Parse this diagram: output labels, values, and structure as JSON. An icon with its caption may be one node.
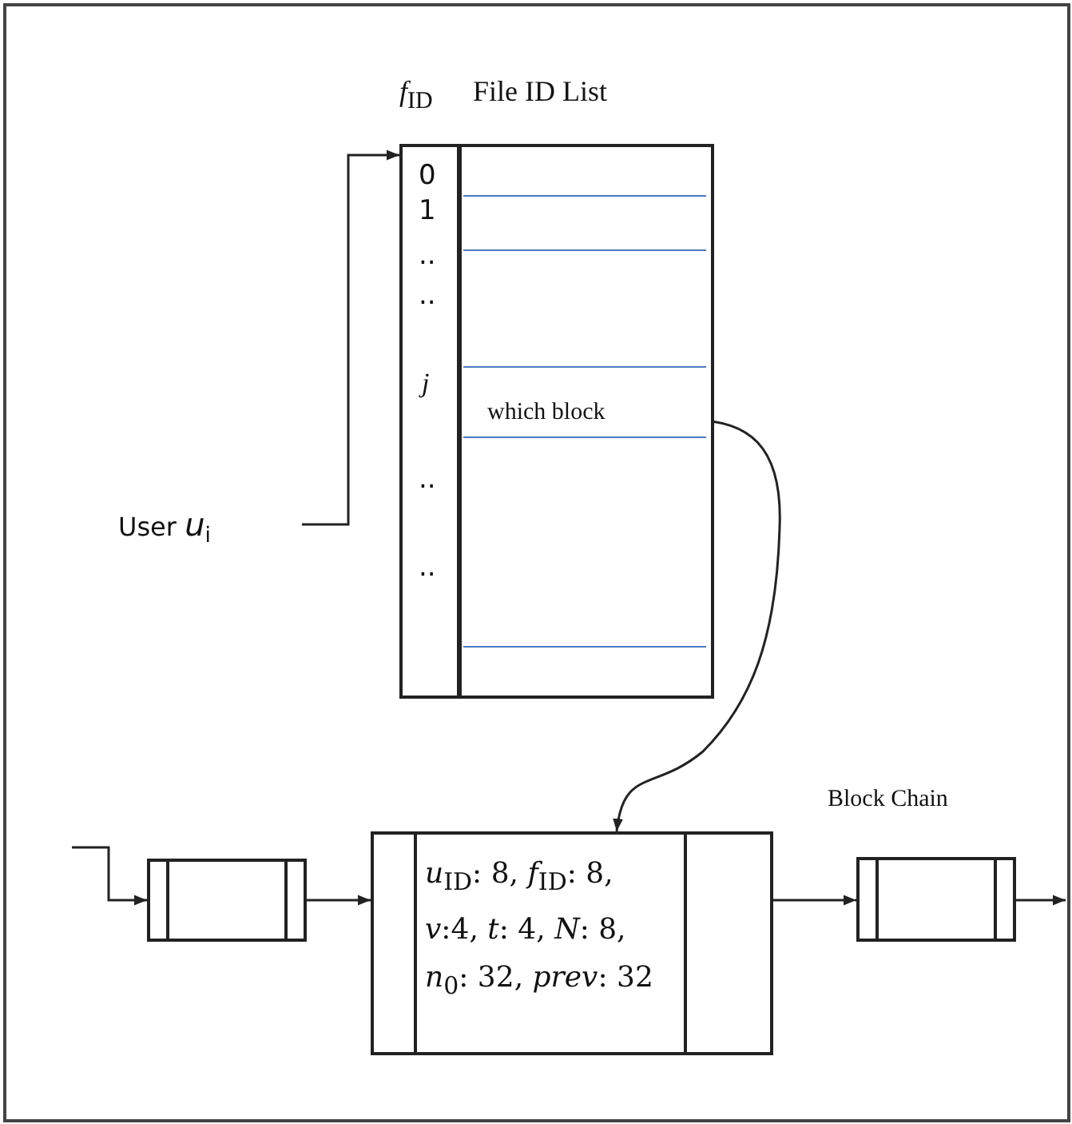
{
  "diagram": {
    "nodes": [
      {
        "text": [
          "User *u*$_{i}$"
        ]
      },
      {
        "text": [
          "*f*$_{ID}$",
          "File ID List",
          "0",
          "1",
          "..",
          "..",
          "*j*",
          "..",
          ".."
        ]
      },
      {
        "text": [
          "which block"
        ],
        "in": 1
      },
      {
        "text": [],
        "shape": "box"
      },
      {
        "text": [
          "*u*$_{ID}$: 8, *f*$_{ID}$: 8, *v*:4, *t*: 4, *N*: 8, *n*$_{0}$: 32, *prev*: 32"
        ]
      },
      {
        "text": [],
        "shape": "box"
      }
    ],
    "edges": [
      {
        "from": 0,
        "to": 1,
        "arrow": "to"
      },
      {
        "from": 2,
        "to": 4,
        "arrow": "to"
      },
      {
        "from": null,
        "to": 3,
        "arrow": "to"
      },
      {
        "from": 3,
        "to": 4,
        "arrow": "to"
      },
      {
        "from": 4,
        "to": 5,
        "arrow": "to",
        "style": "dashed"
      },
      {
        "from": 5,
        "to": null,
        "arrow": "to"
      }
    ],
    "labels": [
      "Block Chain"
    ]
  }
}
